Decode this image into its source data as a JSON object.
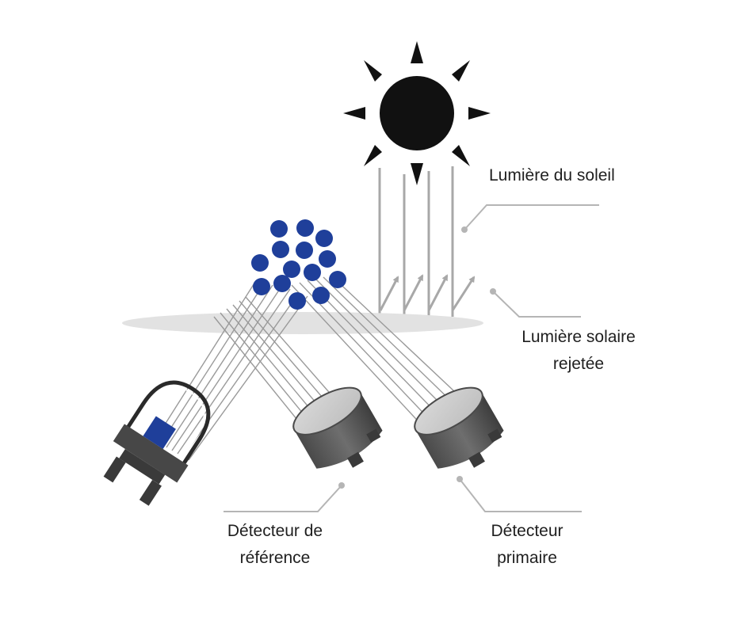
{
  "labels": {
    "sunlight": "Lumière du soleil",
    "rejected_line1": "Lumière solaire",
    "rejected_line2": "rejetée",
    "reference_line1": "Détecteur de",
    "reference_line2": "référence",
    "primary_line1": "Détecteur",
    "primary_line2": "primaire"
  },
  "colors": {
    "particle": "#1f3f9a",
    "ray": "#a8a8a8",
    "surface": "#e2e2e2",
    "sun": "#111111",
    "detector": "#555555",
    "leader": "#b5b5b5"
  },
  "icons": [
    "sun-icon",
    "emitter-led-icon",
    "reference-detector-icon",
    "primary-detector-icon"
  ]
}
